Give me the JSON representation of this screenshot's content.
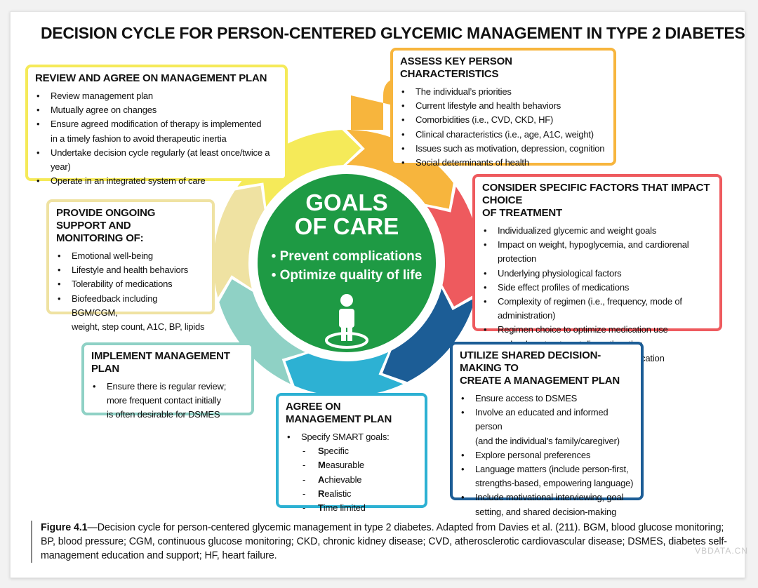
{
  "title": "DECISION CYCLE FOR PERSON-CENTERED GLYCEMIC MANAGEMENT IN TYPE 2 DIABETES",
  "center": {
    "heading_line1": "GOALS",
    "heading_line2": "OF CARE",
    "bullet1": "• Prevent complications",
    "bullet2": "• Optimize quality of life",
    "icon": "person-on-target-icon"
  },
  "colors": {
    "center": "#1e9a44",
    "assess": "#f7b53d",
    "consider": "#ee5a5e",
    "utilize": "#1c5d96",
    "agree": "#2db1d3",
    "implement": "#8fd1c5",
    "support": "#efe2a2",
    "review": "#f5ea59"
  },
  "assess": {
    "heading": "ASSESS KEY PERSON CHARACTERISTICS",
    "items": [
      "The individual’s priorities",
      "Current lifestyle and health behaviors",
      "Comorbidities (i.e., CVD, CKD, HF)",
      "Clinical characteristics (i.e., age, A1C, weight)",
      "Issues such as motivation, depression, cognition",
      "Social determinants of health"
    ]
  },
  "consider": {
    "heading_line1": "CONSIDER SPECIFIC FACTORS THAT IMPACT CHOICE",
    "heading_line2": "OF TREATMENT",
    "items": [
      "Individualized glycemic and weight goals",
      "Impact on weight, hypoglycemia, and cardiorenal protection",
      "Underlying physiological factors",
      "Side effect profiles of medications",
      "Complexity of regimen (i.e., frequency, mode of administration)",
      "Regimen choice to optimize medication use",
      "and reduce treatment discontinuation",
      "Access, cost, and availability of medication"
    ]
  },
  "utilize": {
    "heading_line1": "UTILIZE SHARED DECISION-MAKING TO",
    "heading_line2": "CREATE A MANAGEMENT PLAN",
    "items": [
      "Ensure access to DSMES",
      "Involve an educated and informed person",
      "(and the individual’s family/caregiver)",
      "Explore personal preferences",
      "Language matters (include person-first,",
      "strengths-based, empowering language)",
      "Include motivational interviewing, goal",
      "setting, and shared decision-making"
    ]
  },
  "agree": {
    "heading": "AGREE ON MANAGEMENT PLAN",
    "item": "Specify SMART goals:",
    "smart": [
      {
        "letter": "S",
        "rest": "pecific"
      },
      {
        "letter": "M",
        "rest": "easurable"
      },
      {
        "letter": "A",
        "rest": "chievable"
      },
      {
        "letter": "R",
        "rest": "ealistic"
      },
      {
        "letter": "T",
        "rest": "ime limited"
      }
    ]
  },
  "implement": {
    "heading": "IMPLEMENT MANAGEMENT PLAN",
    "items": [
      "Ensure there is regular review;",
      "more frequent contact initially",
      "is often desirable for DSMES"
    ]
  },
  "support": {
    "heading_line1": "PROVIDE ONGOING SUPPORT AND",
    "heading_line2": "MONITORING OF:",
    "items": [
      "Emotional well-being",
      "Lifestyle and health behaviors",
      "Tolerability of medications",
      "Biofeedback including BGM/CGM,",
      "weight, step count, A1C, BP, lipids"
    ]
  },
  "review": {
    "heading": "REVIEW AND AGREE ON MANAGEMENT PLAN",
    "items": [
      "Review management plan",
      "Mutually agree on changes",
      "Ensure agreed modification of therapy is implemented",
      "in a timely fashion to avoid therapeutic inertia",
      "Undertake decision cycle regularly (at least once/twice a year)",
      "Operate in an integrated system of care"
    ]
  },
  "caption": {
    "label": "Figure 4.1",
    "text": "—Decision cycle for person-centered glycemic management in type 2 diabetes. Adapted from Davies et al. (211). BGM, blood glucose monitoring; BP, blood pressure; CGM, continuous glucose monitoring; CKD, chronic kidney disease; CVD, atherosclerotic cardiovascular disease; DSMES, diabetes self-management education and support; HF, heart failure."
  },
  "watermark": "VBDATA.CN"
}
